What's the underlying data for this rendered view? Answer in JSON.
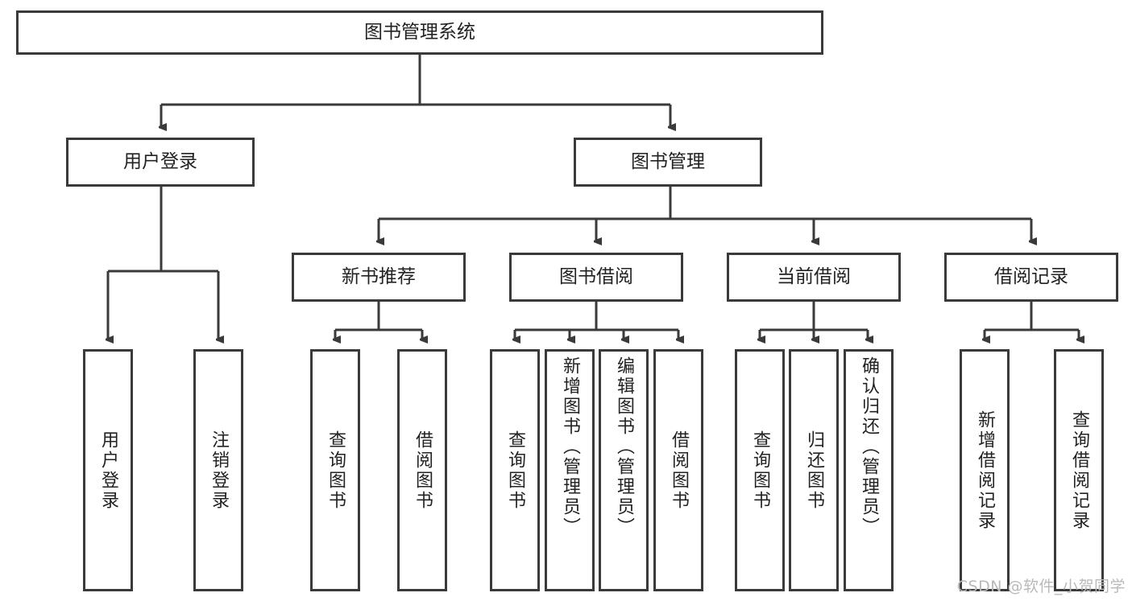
{
  "diagram": {
    "title": "图书管理系统",
    "type": "hierarchy-tree",
    "watermark": "CSDN @软件_小贺同学",
    "colors": {
      "stroke": "#3a3a3a",
      "fill": "#ffffff",
      "text": "#222222",
      "watermark": "#b9b9b9"
    },
    "levels": {
      "root": "图书管理系统",
      "level2": [
        "用户登录",
        "图书管理"
      ],
      "level3": [
        "新书推荐",
        "图书借阅",
        "当前借阅",
        "借阅记录"
      ]
    },
    "nodes": {
      "root": {
        "label": "图书管理系统"
      },
      "l2": [
        {
          "label": "用户登录"
        },
        {
          "label": "图书管理"
        }
      ],
      "l3": [
        {
          "label": "新书推荐"
        },
        {
          "label": "图书借阅"
        },
        {
          "label": "当前借阅"
        },
        {
          "label": "借阅记录"
        }
      ],
      "leaves": {
        "user_login": [
          {
            "label": "用户登录"
          },
          {
            "label": "注销登录"
          }
        ],
        "new_book": [
          {
            "label": "查询图书"
          },
          {
            "label": "借阅图书"
          }
        ],
        "book_borrow": [
          {
            "label": "查询图书"
          },
          {
            "label": "新增图书（管理员）"
          },
          {
            "label": "编辑图书（管理员）"
          },
          {
            "label": "借阅图书"
          }
        ],
        "current_borrow": [
          {
            "label": "查询图书"
          },
          {
            "label": "归还图书"
          },
          {
            "label": "确认归还（管理员）"
          }
        ],
        "borrow_record": [
          {
            "label": "新增借阅记录"
          },
          {
            "label": "查询借阅记录"
          }
        ]
      }
    }
  }
}
